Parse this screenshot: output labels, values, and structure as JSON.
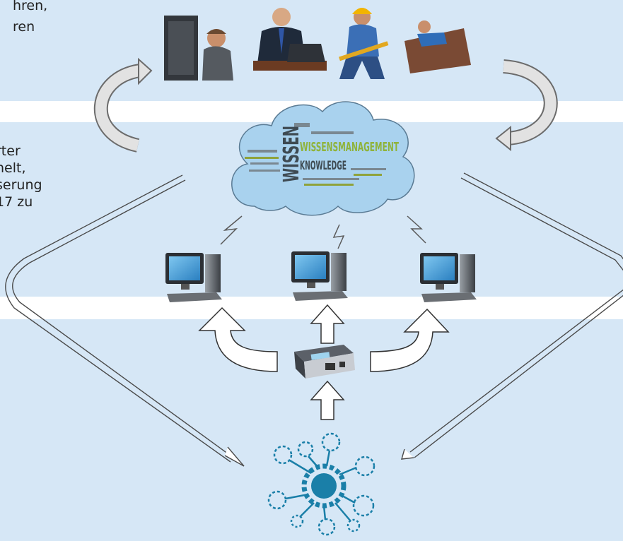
{
  "text_top": [
    "hren,",
    "ren"
  ],
  "text_mid": [
    "rter",
    "nelt,",
    "serung",
    "17 zu"
  ],
  "cloud_words": {
    "wissen": "WISSEN",
    "wissensmanagement": "WISSENSMANAGEMENT",
    "knowledge": "KNOWLEDGE"
  },
  "colors": {
    "background": "#d6e7f6",
    "band": "#ffffff",
    "cloud": "#a9d2ee",
    "gear": "#1a7fa8",
    "arrow_fill": "#ffffff",
    "arrow_gray": "#d9d9d9"
  }
}
